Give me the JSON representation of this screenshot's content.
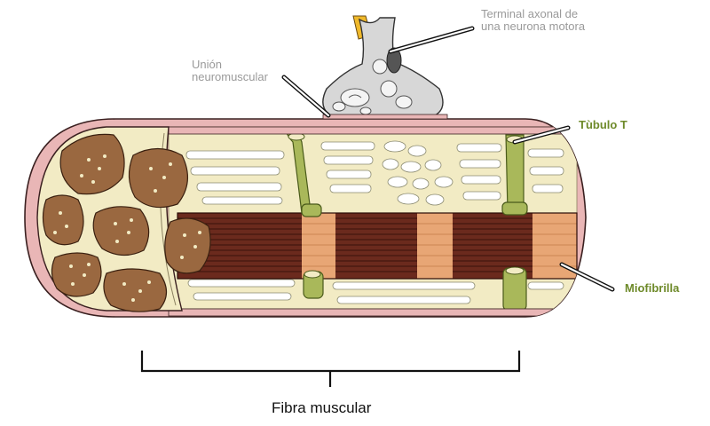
{
  "diagram": {
    "labels": {
      "axon_terminal": [
        "Terminal axonal de",
        "una neurona motora"
      ],
      "neuromuscular_junction": [
        "Unión",
        "neuromuscular"
      ],
      "t_tubule": "Tùbulo T",
      "myofibril": "Miofibrilla",
      "muscle_fiber": "Fibra muscular"
    },
    "colors": {
      "sarcolemma": "#e9b6b6",
      "sarcoplasm": "#f2ebc4",
      "t_tubule": "#a9b85a",
      "myofibril_dark": "#6b2a1d",
      "myofibril_band": "#e8a675",
      "nucleus": "#9a6840",
      "neuron": "#d7d7d7",
      "label_green": "#6e8a2a",
      "label_gray": "#9a9a9a"
    }
  }
}
